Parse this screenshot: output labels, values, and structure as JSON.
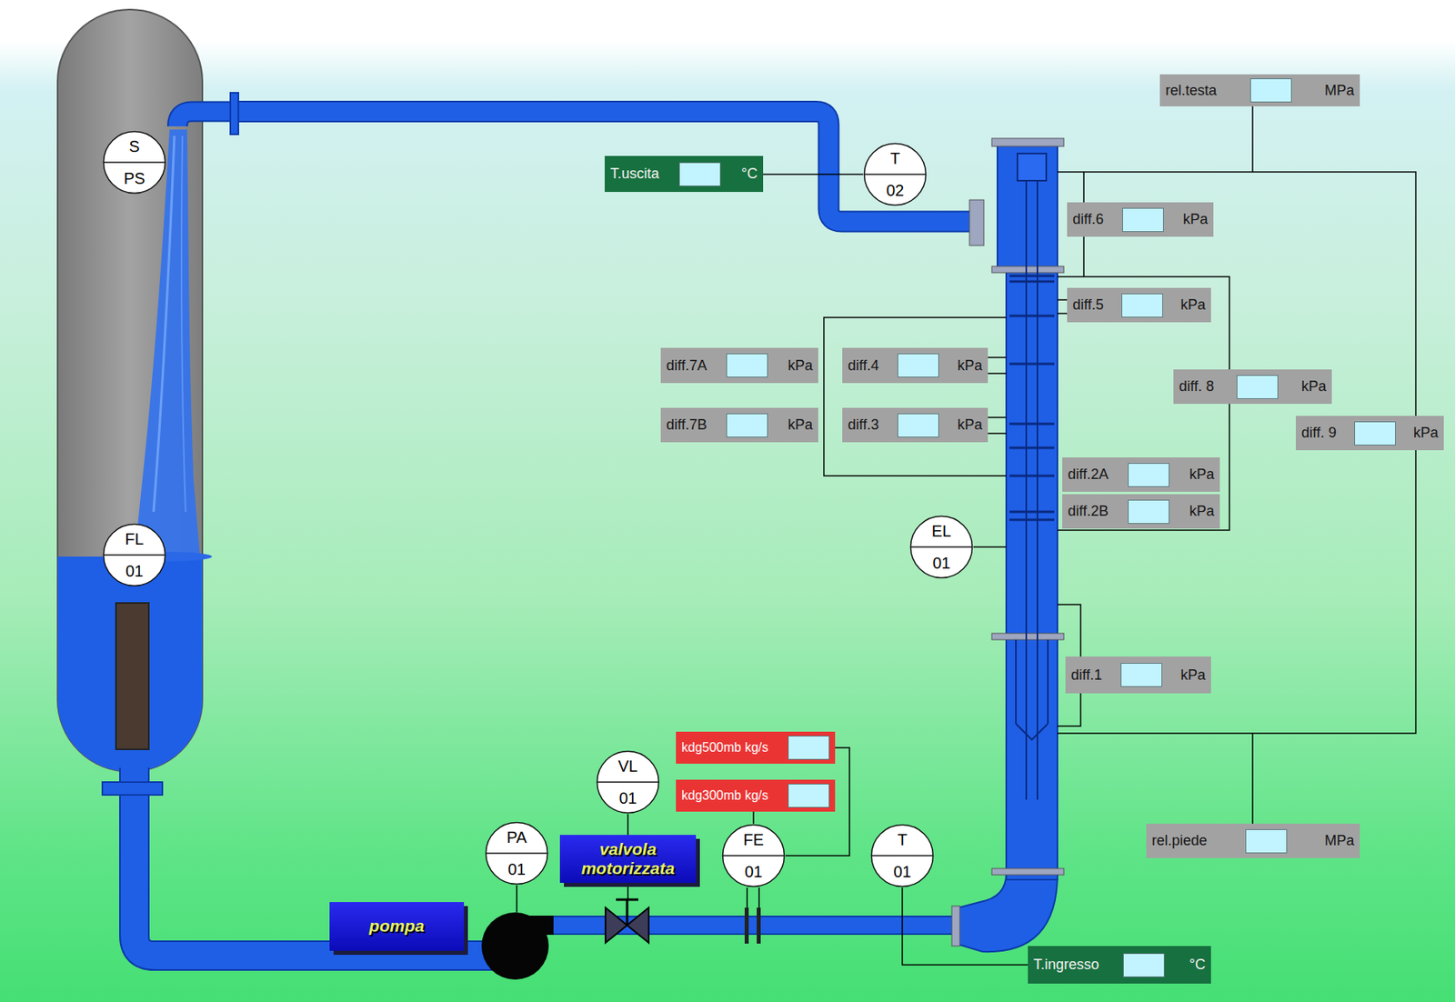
{
  "diagram": {
    "nodes": [
      {
        "text": [
          "S",
          "PS"
        ]
      },
      {
        "text": [
          "rel.testa",
          "MPa"
        ]
      },
      {
        "text": [
          "T.uscita",
          "°C"
        ]
      },
      {
        "text": [
          "T",
          "02"
        ]
      },
      {
        "text": [
          "diff.6",
          "kPa"
        ]
      },
      {
        "text": [
          "diff.5",
          "kPa"
        ]
      },
      {
        "text": [
          "diff.7A",
          "kPa"
        ]
      },
      {
        "text": [
          "diff.4",
          "kPa"
        ]
      },
      {
        "text": [
          "diff. 8",
          "kPa"
        ]
      },
      {
        "text": [
          "diff.7B",
          "kPa"
        ]
      },
      {
        "text": [
          "diff.3",
          "kPa"
        ]
      },
      {
        "text": [
          "diff. 9",
          "kPa"
        ]
      },
      {
        "text": [
          "diff.2A",
          "kPa"
        ]
      },
      {
        "text": [
          "diff.2B",
          "kPa"
        ]
      },
      {
        "text": [
          "EL",
          "01"
        ]
      },
      {
        "text": [
          "FL",
          "01"
        ]
      },
      {
        "text": [
          "diff.1",
          "kPa"
        ]
      },
      {
        "text": [
          "kdg500mb kg/s"
        ]
      },
      {
        "text": [
          "VL",
          "01"
        ]
      },
      {
        "text": [
          "kdg300mb kg/s"
        ]
      },
      {
        "text": [
          "rel.piede",
          "MPa"
        ]
      },
      {
        "text": [
          "valvola motorizzata"
        ]
      },
      {
        "text": [
          "PA",
          "01"
        ]
      },
      {
        "text": [
          "FE",
          "01"
        ]
      },
      {
        "text": [
          "T",
          "01"
        ]
      },
      {
        "text": [
          "pompa"
        ]
      },
      {
        "text": [
          "T.ingresso",
          "°C"
        ]
      }
    ],
    "edges": [
      {
        "from": 3,
        "to": 2,
        "arrow": "none"
      },
      {
        "from": 23,
        "to": 19,
        "arrow": "none"
      },
      {
        "from": 23,
        "to": 17,
        "arrow": "none"
      },
      {
        "from": 24,
        "to": 26,
        "arrow": "none"
      }
    ]
  }
}
